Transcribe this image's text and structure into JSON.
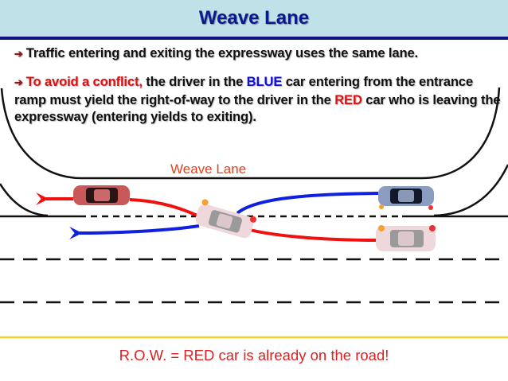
{
  "title": "Weave Lane",
  "bullets": [
    {
      "text": "Traffic entering and exiting the expressway uses the same lane."
    },
    {
      "lead": "To avoid a conflict,",
      "part1": " the driver in the ",
      "blue_word": "BLUE",
      "part2": " car entering from the entrance ramp must yield the right-of-way to the driver in the ",
      "red_word": "RED",
      "part3": " car who is leaving the expressway (entering yields to exiting)."
    }
  ],
  "diagram": {
    "lane_label": "Weave Lane",
    "footer": "R.O.W. = RED car is already on the road!"
  },
  "colors": {
    "title": "#0a1a8c",
    "red": "#e01010",
    "blue": "#1010e0",
    "yellow_line": "#f2d230"
  }
}
